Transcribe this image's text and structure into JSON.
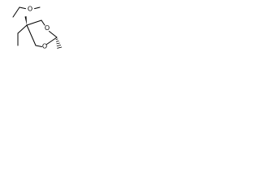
{
  "molecule": {
    "atoms": [
      {
        "id": "O_methoxy",
        "label": "O"
      },
      {
        "id": "O_ring_top",
        "label": "O"
      },
      {
        "id": "O_ring_bottom",
        "label": "O"
      }
    ],
    "stereo": {
      "methoxy_ethyl_branch": "wedge",
      "ring_methyl": "hash"
    }
  }
}
